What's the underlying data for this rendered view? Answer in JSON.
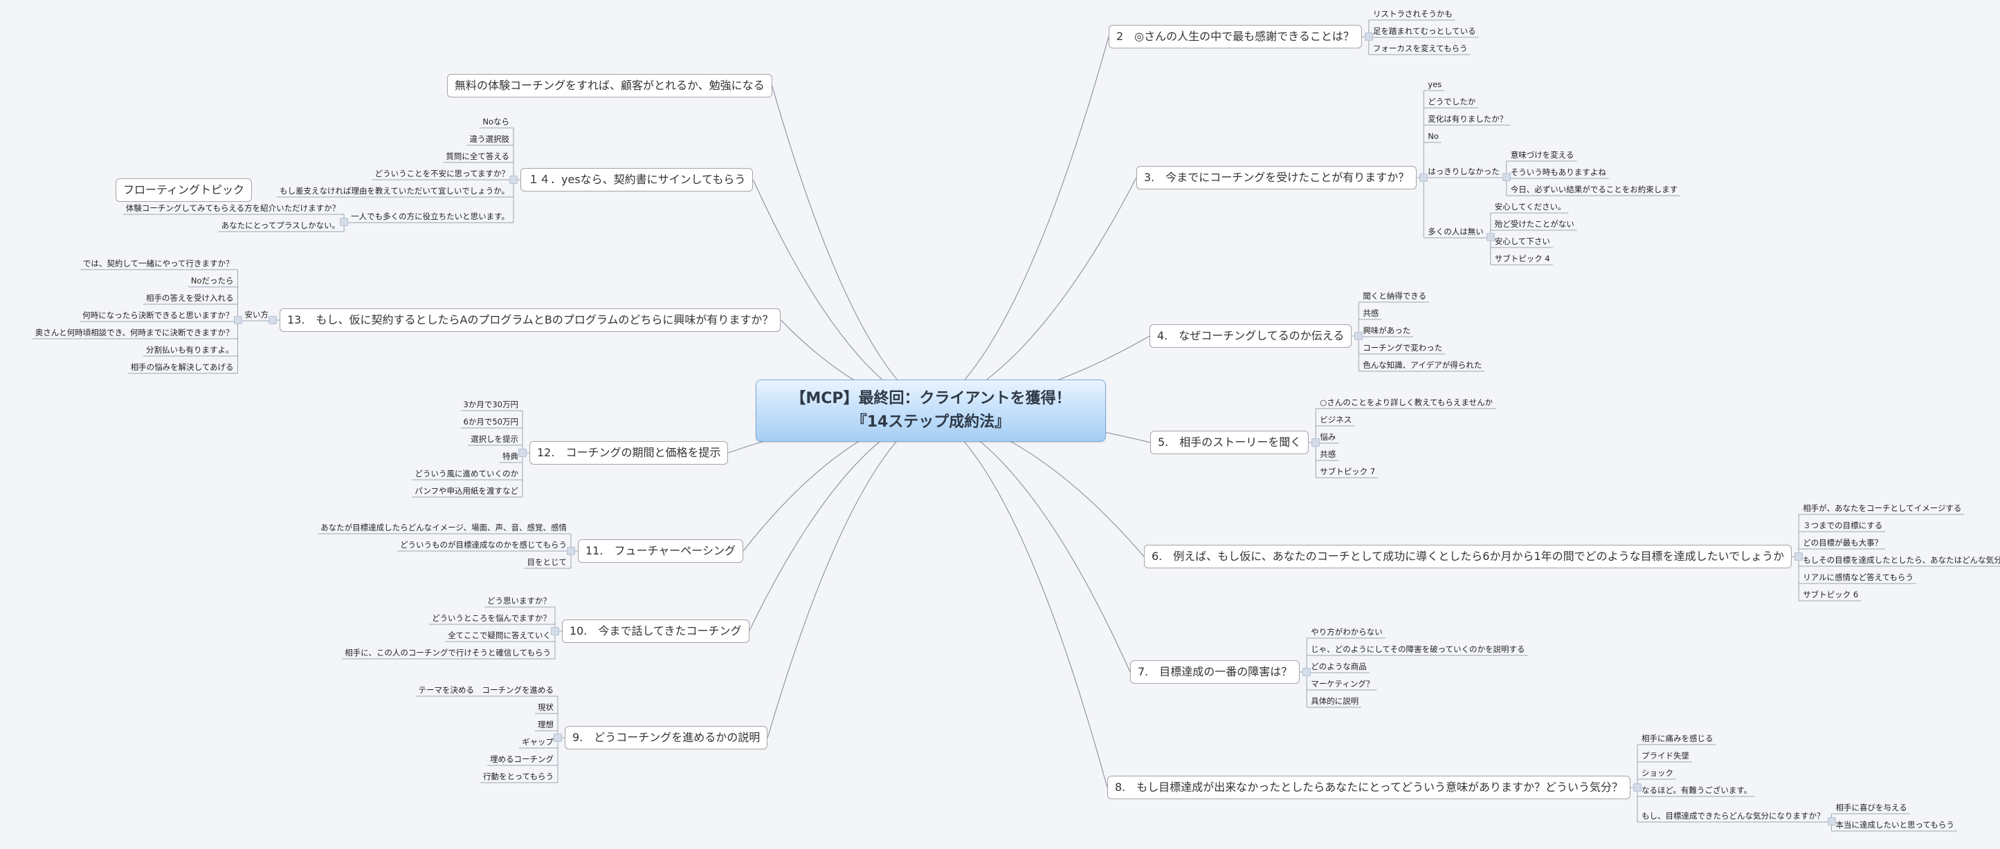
{
  "central": {
    "line1": "【MCP】最終回：クライアントを獲得！",
    "line2": "『14ステップ成約法』"
  },
  "floating": "フローティングトピック",
  "free_top": "無料の体験コーチングをすれば、顧客がとれるか、勉強になる",
  "branches": [
    {
      "label": "2　◎さんの人生の中で最も感謝できることは？",
      "side": "R",
      "subs": [
        "リストラされそうかも",
        "足を踏まれてむっとしている",
        "フォーカスを変えてもらう"
      ]
    },
    {
      "label": "3.　今までにコーチングを受けたことが有りますか？",
      "side": "R",
      "subs": [
        "yes",
        "どうでしたか",
        "変化は有りましたか？",
        "No"
      ],
      "groups": [
        {
          "label": "はっきりしなかった",
          "subs": [
            "意味づけを変える",
            "そういう時もありますよね",
            "今日、必ずいい結果がでることをお約束します"
          ]
        },
        {
          "label": "多くの人は無い",
          "subs": [
            "安心してください。",
            "殆ど受けたことがない",
            "安心して下さい",
            "サブトピック 4"
          ]
        }
      ]
    },
    {
      "label": "4.　なぜコーチングしてるのか伝える",
      "side": "R",
      "subs": [
        "聞くと納得できる",
        "共感",
        "興味があった",
        "コーチングで変わった",
        "色んな知識、アイデアが得られた"
      ]
    },
    {
      "label": "5.　相手のストーリーを聞く",
      "side": "R",
      "subs": [
        "○さんのことをより詳しく教えてもらえませんか",
        "ビジネス",
        "悩み",
        "共感",
        "サブトピック 7"
      ]
    },
    {
      "label": "6.　例えば、もし仮に、あなたのコーチとして成功に導くとしたら6か月から1年の間でどのような目標を達成したいでしょうか",
      "side": "R",
      "subs": [
        "相手が、あなたをコーチとしてイメージする",
        "３つまでの目標にする",
        "どの目標が最も大事？",
        "もしその目標を達成したとしたら、あなたはどんな気分になるでしょうか？",
        "リアルに感情など答えてもらう",
        "サブトピック 6"
      ]
    },
    {
      "label": "7.　目標達成の一番の障害は？",
      "side": "R",
      "subs": [
        "やり方がわからない",
        "じゃ、どのようにしてその障害を破っていくのかを説明する",
        "どのような商品",
        "マーケティング？",
        "具体的に説明"
      ]
    },
    {
      "label": "8.　もし目標達成が出来なかったとしたらあなたにとってどういう意味がありますか？どういう気分？",
      "side": "R",
      "subs": [
        "相手に痛みを感じる",
        "プライド失墜",
        "ショック",
        "なるほど。有難うございます。"
      ],
      "groups": [
        {
          "label": "もし、目標達成できたらどんな気分になりますか？",
          "subs": [
            "相手に喜びを与える",
            "本当に達成したいと思ってもらう"
          ]
        }
      ]
    },
    {
      "label": "9.　どうコーチングを進めるかの説明",
      "side": "L",
      "subs": [
        "テーマを決める　コーチングを進める",
        "現状",
        "理想",
        "ギャップ",
        "埋めるコーチング",
        "行動をとってもらう"
      ]
    },
    {
      "label": "10.　今まで話してきたコーチング",
      "side": "L",
      "subs": [
        "どう思いますか？",
        "どういうところを悩んでますか？",
        "全てここで疑問に答えていく",
        "相手に、この人のコーチングで行けそうと確信してもらう"
      ]
    },
    {
      "label": "11.　フューチャーペーシング",
      "side": "L",
      "subs": [
        "あなたが目標達成したらどんなイメージ、場面、声、音、感覚、感情",
        "どういうものが目標達成なのかを感じてもらう",
        "目をとじて"
      ]
    },
    {
      "label": "12.　コーチングの期間と価格を提示",
      "side": "L",
      "subs": [
        "3か月で30万円",
        "6か月で50万円",
        "選択しを提示",
        "特典",
        "どういう風に進めていくのか",
        "パンフや申込用紙を渡すなど"
      ]
    },
    {
      "label": "13.　もし、仮に契約するとしたらAのプログラムとBのプログラムのどちらに興味が有りますか？",
      "side": "L",
      "groups": [
        {
          "label": "安い方",
          "subs": [
            "では、契約して一緒にやって行きますか？",
            "Noだったら",
            "相手の答えを受け入れる",
            "何時になったら決断できると思いますか？",
            "奥さんと何時頃相談でき、何時までに決断できますか？",
            "分割払いも有りますよ。",
            "相手の悩みを解決してあげる"
          ]
        }
      ]
    },
    {
      "label": "１４．yesなら、契約書にサインしてもらう",
      "side": "L",
      "subs": [
        "Noなら",
        "違う選択肢",
        "質問に全て答える",
        "どういうことを不安に思ってますか？",
        "もし差支えなければ理由を教えていただいて宜しいでしょうか。"
      ],
      "groups": [
        {
          "label": "一人でも多くの方に役立ちたいと思います。",
          "subs": [
            "体験コーチングしてみてもらえる方を紹介いただけますか？",
            "あなたにとってプラスしかない。"
          ]
        }
      ]
    }
  ]
}
